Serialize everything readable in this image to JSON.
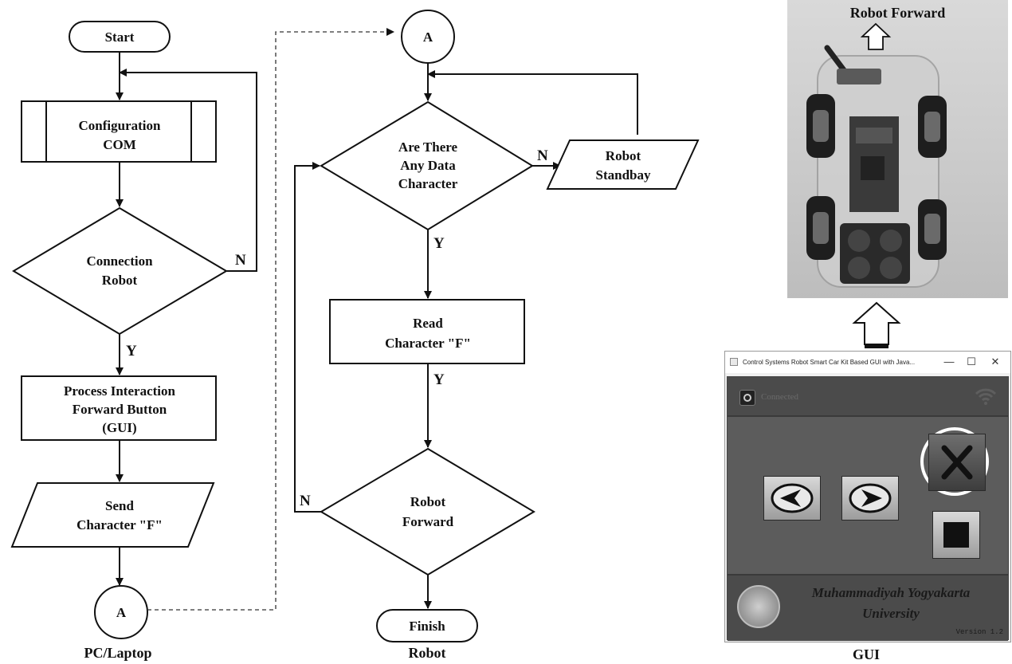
{
  "flowchart_pc": {
    "start": "Start",
    "config_line1": "Configuration",
    "config_line2": "COM",
    "connection_line1": "Connection",
    "connection_line2": "Robot",
    "process_line1": "Process Interaction",
    "process_line2": "Forward Button",
    "process_line3": "(GUI)",
    "send_line1": "Send",
    "send_line2": "Character \"F\"",
    "connector": "A",
    "label_yes": "Y",
    "label_no": "N",
    "caption": "PC/Laptop"
  },
  "flowchart_robot": {
    "connector": "A",
    "decision_line1": "Are There",
    "decision_line2": "Any Data",
    "decision_line3": "Character",
    "standby_line1": "Robot",
    "standby_line2": "Standbay",
    "read_line1": "Read",
    "read_line2": "Character \"F\"",
    "forward_line1": "Robot",
    "forward_line2": "Forward",
    "finish": "Finish",
    "label_no_standby": "N",
    "label_yes_read": "Y",
    "label_yes_forward": "Y",
    "label_no_loop": "N",
    "caption": "Robot"
  },
  "photo": {
    "title": "Robot Forward"
  },
  "gui": {
    "window_title": "Control Systems Robot Smart Car Kit Based GUI with Java...",
    "minimize": "—",
    "maximize": "☐",
    "close": "✕",
    "connection_status": "Connected",
    "university_line1": "Muhammadiyah Yogyakarta",
    "university_line2": "University",
    "version": "Version 1.2",
    "caption": "GUI"
  }
}
